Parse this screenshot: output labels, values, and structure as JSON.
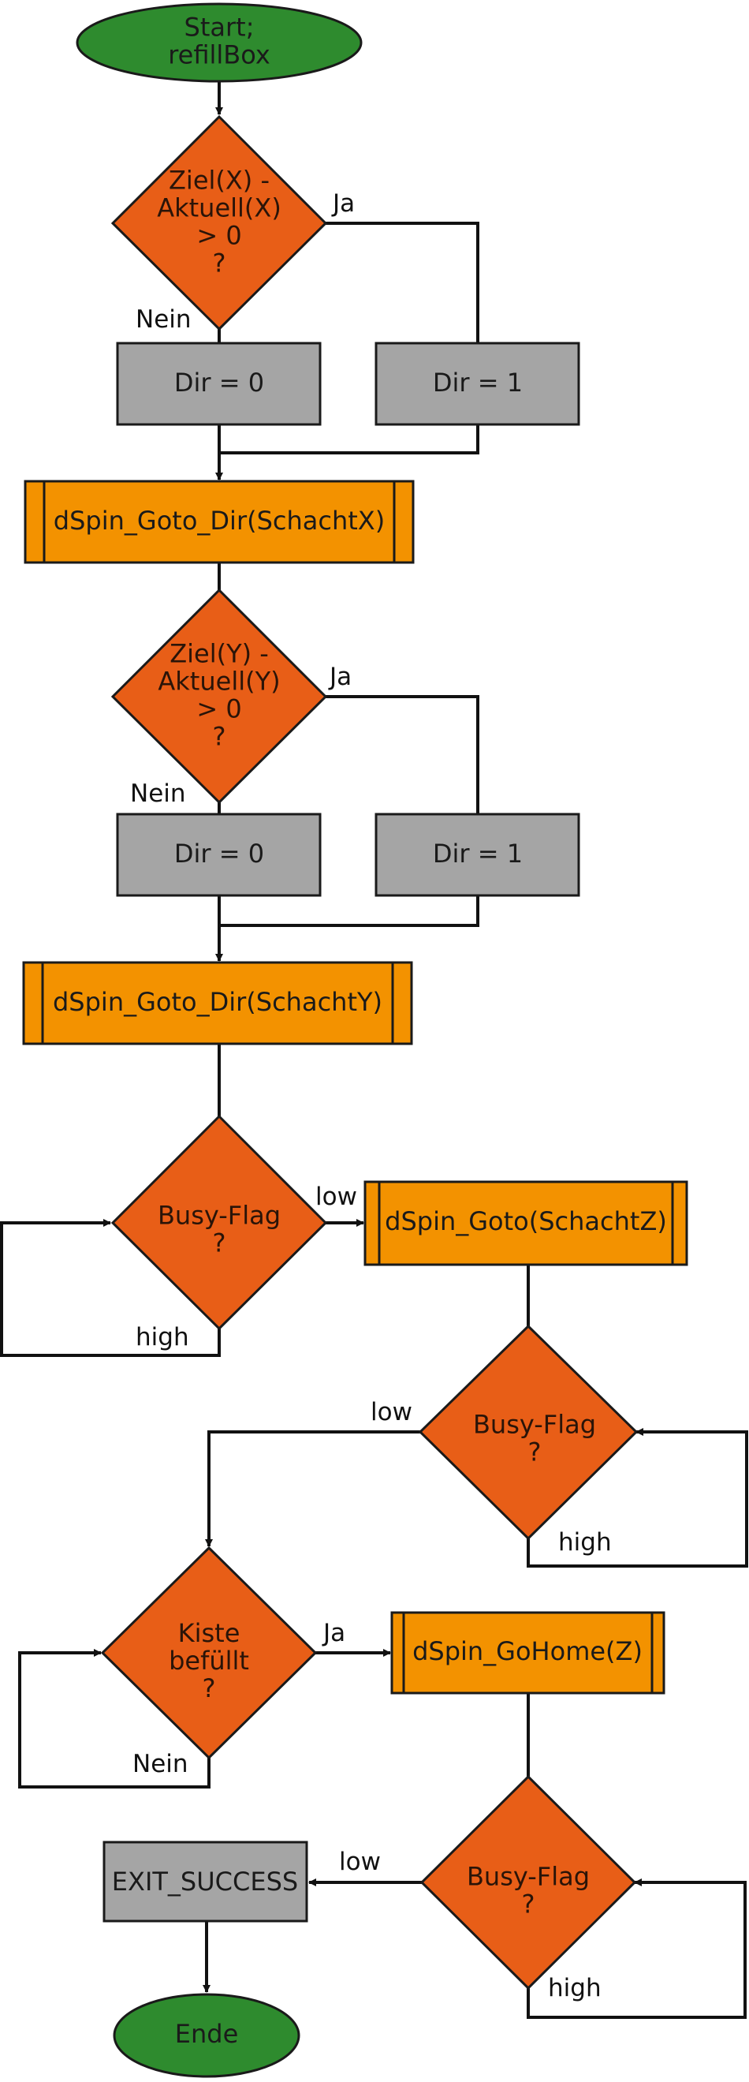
{
  "colors": {
    "terminal_fill": "#2e8b2e",
    "decision_fill": "#e85e17",
    "subroutine_fill": "#f39200",
    "process_fill": "#a5a5a5",
    "outline": "#1a1a1a",
    "text_dark": "#1a1a1a",
    "text_on_decision": "#2a1408"
  },
  "nodes": {
    "start": {
      "lines": [
        "Start;",
        "refillBox"
      ]
    },
    "decision_x": {
      "lines": [
        "Ziel(X) -",
        "Aktuell(X)",
        "> 0",
        "?"
      ]
    },
    "dir0_x": {
      "lines": [
        "Dir = 0"
      ]
    },
    "dir1_x": {
      "lines": [
        "Dir = 1"
      ]
    },
    "goto_dir_x": {
      "lines": [
        "dSpin_Goto_Dir(SchachtX)"
      ]
    },
    "decision_y": {
      "lines": [
        "Ziel(Y) -",
        "Aktuell(Y)",
        "> 0",
        "?"
      ]
    },
    "dir0_y": {
      "lines": [
        "Dir = 0"
      ]
    },
    "dir1_y": {
      "lines": [
        "Dir = 1"
      ]
    },
    "goto_dir_y": {
      "lines": [
        "dSpin_Goto_Dir(SchachtY)"
      ]
    },
    "busy1": {
      "lines": [
        "Busy-Flag",
        "?"
      ]
    },
    "goto_z": {
      "lines": [
        "dSpin_Goto(SchachtZ)"
      ]
    },
    "busy2": {
      "lines": [
        "Busy-Flag",
        "?"
      ]
    },
    "kiste": {
      "lines": [
        "Kiste",
        "befüllt",
        "?"
      ]
    },
    "gohome": {
      "lines": [
        "dSpin_GoHome(Z)"
      ]
    },
    "busy3": {
      "lines": [
        "Busy-Flag",
        "?"
      ]
    },
    "exit": {
      "lines": [
        "EXIT_SUCCESS"
      ]
    },
    "end": {
      "lines": [
        "Ende"
      ]
    }
  },
  "edge_labels": {
    "x_yes": "Ja",
    "x_no": "Nein",
    "y_yes": "Ja",
    "y_no": "Nein",
    "busy1_low": "low",
    "busy1_high": "high",
    "busy2_low": "low",
    "busy2_high": "high",
    "kiste_yes": "Ja",
    "kiste_no": "Nein",
    "busy3_low": "low",
    "busy3_high": "high"
  }
}
